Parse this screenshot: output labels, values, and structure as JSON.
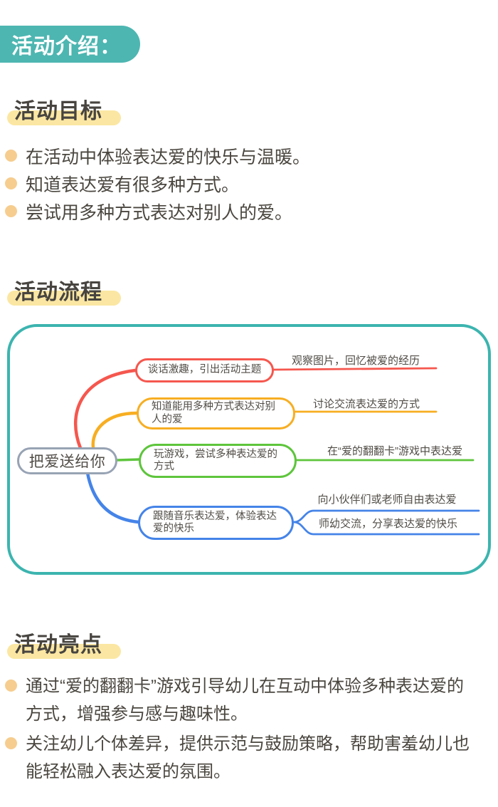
{
  "badge": {
    "label": "活动介绍："
  },
  "goals": {
    "heading": "活动目标",
    "items": [
      "在活动中体验表达爱的快乐与温暖。",
      "知道表达爱有很多种方式。",
      "尝试用多种方式表达对别人的爱。"
    ]
  },
  "flow": {
    "heading": "活动流程",
    "mindmap": {
      "root": "把爱送给你",
      "branches": [
        {
          "color": "#F5574E",
          "node": "谈话激趣，引出活动主题",
          "leaves": [
            "观察图片，回忆被爱的经历"
          ]
        },
        {
          "color": "#F7AE22",
          "node": "知道能用多种方式表达对别人的爱",
          "leaves": [
            "讨论交流表达爱的方式"
          ]
        },
        {
          "color": "#5EC53C",
          "node": "玩游戏，尝试多种表达爱的方式",
          "leaves": [
            "在“爱的翻翻卡”游戏中表达爱"
          ]
        },
        {
          "color": "#4584E8",
          "node": "跟随音乐表达爱，体验表达爱的快乐",
          "leaves": [
            "向小伙伴们或老师自由表达爱",
            "师幼交流，分享表达爱的快乐"
          ]
        }
      ]
    }
  },
  "highlights": {
    "heading": "活动亮点",
    "items": [
      "通过“爱的翻翻卡”游戏引导幼儿在互动中体验多种表达爱的方式，增强参与感与趣味性。",
      "关注幼儿个体差异，提供示范与鼓励策略，帮助害羞幼儿也能轻松融入表达爱的氛围。"
    ]
  },
  "colors": {
    "badge_teal": "#4DB6B1",
    "box_border_teal": "#3CB4AF",
    "heading_highlight_yellow": "#FBE7A3",
    "bullet_orange": "#F6CD8F",
    "text_dark": "#4A463F",
    "root_border_gray": "#97A3B4",
    "branch_red": "#F5574E",
    "branch_yellow": "#F7AE22",
    "branch_green": "#5EC53C",
    "branch_blue": "#4584E8"
  }
}
